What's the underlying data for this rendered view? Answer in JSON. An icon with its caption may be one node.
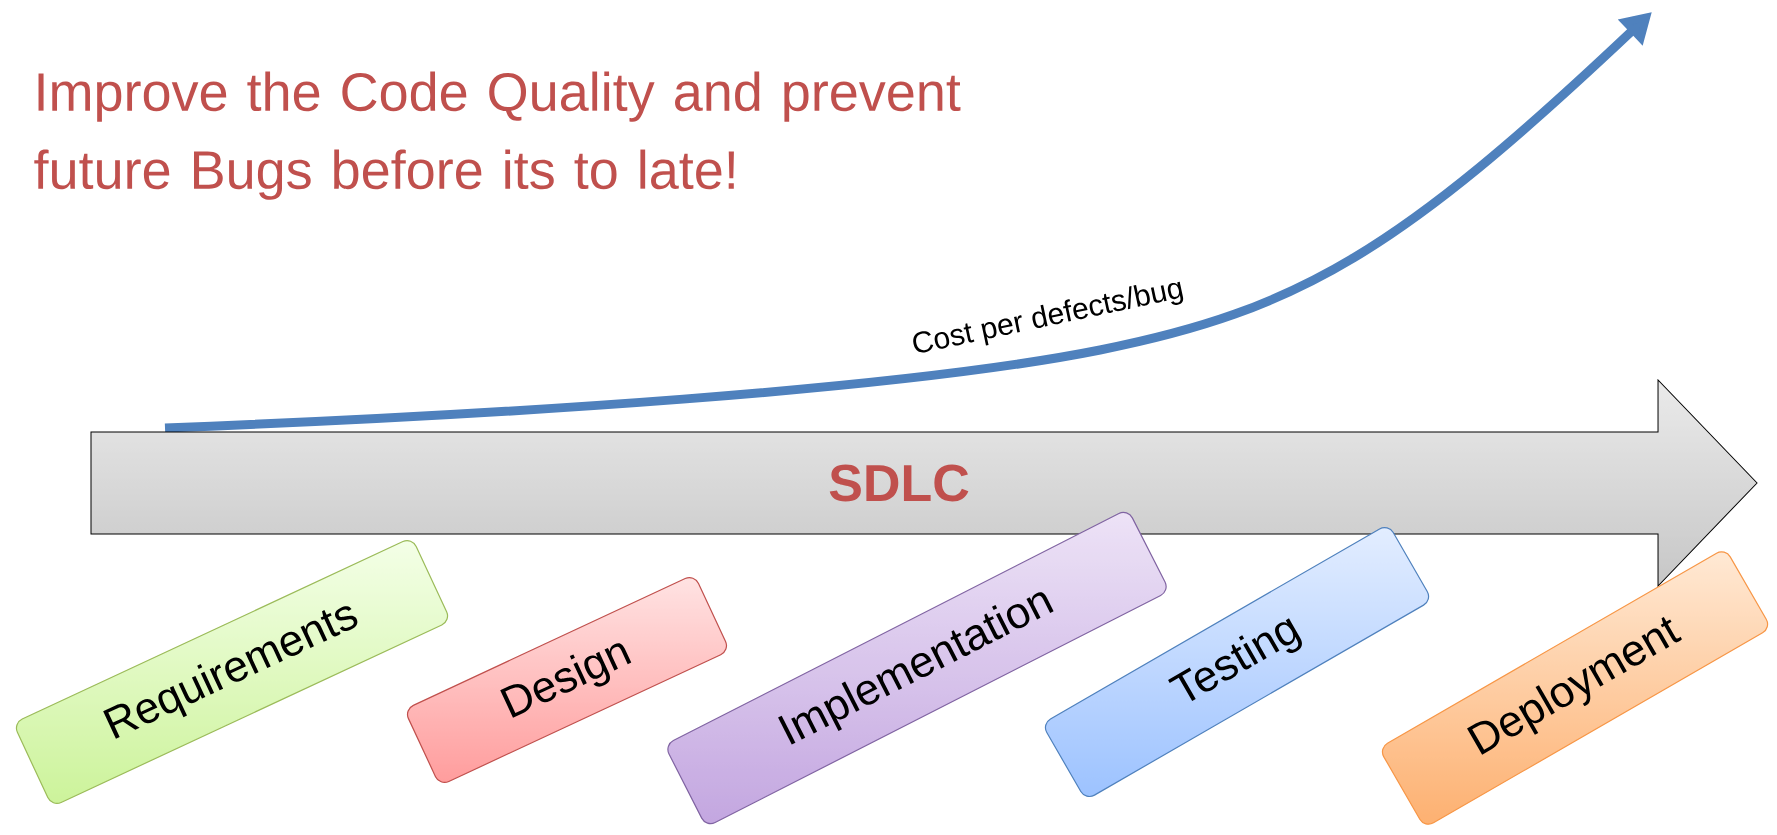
{
  "diagram": {
    "nodes": [
      {
        "text": [
          "SDLC"
        ]
      },
      {
        "text": [
          "Requirements"
        ]
      },
      {
        "text": [
          "Design"
        ]
      },
      {
        "text": [
          "Implementation"
        ]
      },
      {
        "text": [
          "Testing"
        ]
      },
      {
        "text": [
          "Deployment"
        ]
      }
    ],
    "labels": [
      "Improve the Code Quality and prevent future Bugs before its to late!",
      "Cost per defects/bug"
    ]
  }
}
